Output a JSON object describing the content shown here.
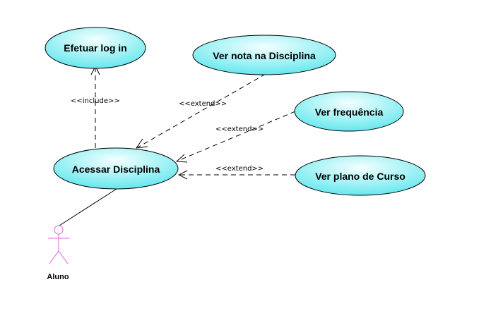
{
  "diagram": {
    "use_cases": {
      "login": "Efetuar log in",
      "nota": "Ver nota na Disciplina",
      "frequencia": "Ver frequência",
      "acessar": "Acessar Disciplina",
      "plano": "Ver plano de Curso"
    },
    "stereotypes": {
      "include": "<<include>>",
      "extend_nota": "<<extend>>",
      "extend_frequencia": "<<extend>>",
      "extend_plano": "<<extend>>"
    },
    "actor": {
      "name": "Aluno"
    },
    "colors": {
      "use_case_fill_light": "#f4ffff",
      "use_case_fill_dark": "#66e8ee",
      "actor_stroke": "#e060e0",
      "line": "#000000"
    }
  }
}
